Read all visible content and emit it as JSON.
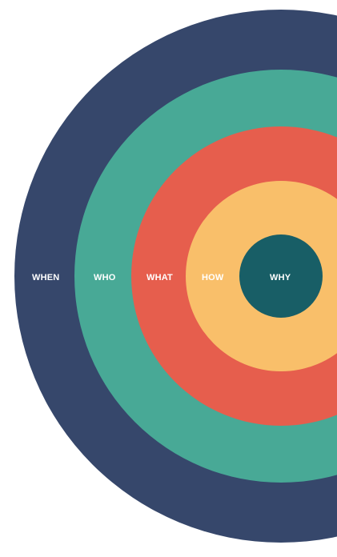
{
  "rings": [
    {
      "label": "WHEN",
      "color": "#36476b"
    },
    {
      "label": "WHO",
      "color": "#48a996"
    },
    {
      "label": "WHAT",
      "color": "#e65e4d"
    },
    {
      "label": "HOW",
      "color": "#f9bf6a"
    },
    {
      "label": "WHY",
      "color": "#185e66"
    }
  ]
}
